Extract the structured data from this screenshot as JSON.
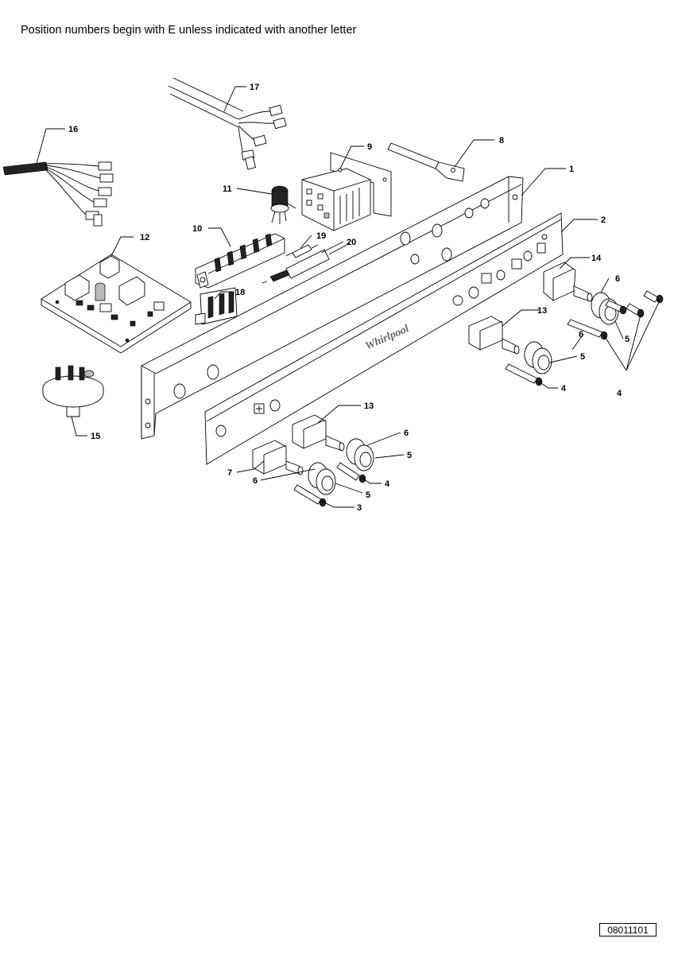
{
  "caption": "Position numbers begin with E unless indicated with another letter",
  "brand_text": "Whirlpool",
  "document_number": "08011101",
  "callouts": [
    {
      "id": "1",
      "label": "1"
    },
    {
      "id": "2",
      "label": "2"
    },
    {
      "id": "3",
      "label": "3"
    },
    {
      "id": "4a",
      "label": "4"
    },
    {
      "id": "4b",
      "label": "4"
    },
    {
      "id": "4c",
      "label": "4"
    },
    {
      "id": "5a",
      "label": "5"
    },
    {
      "id": "5b",
      "label": "5"
    },
    {
      "id": "5c",
      "label": "5"
    },
    {
      "id": "5d",
      "label": "5"
    },
    {
      "id": "6a",
      "label": "6"
    },
    {
      "id": "6b",
      "label": "6"
    },
    {
      "id": "6c",
      "label": "6"
    },
    {
      "id": "6d",
      "label": "6"
    },
    {
      "id": "7",
      "label": "7"
    },
    {
      "id": "8",
      "label": "8"
    },
    {
      "id": "9",
      "label": "9"
    },
    {
      "id": "10",
      "label": "10"
    },
    {
      "id": "11",
      "label": "11"
    },
    {
      "id": "12",
      "label": "12"
    },
    {
      "id": "13a",
      "label": "13"
    },
    {
      "id": "13b",
      "label": "13"
    },
    {
      "id": "14",
      "label": "14"
    },
    {
      "id": "15",
      "label": "15"
    },
    {
      "id": "16",
      "label": "16"
    },
    {
      "id": "17",
      "label": "17"
    },
    {
      "id": "18",
      "label": "18"
    },
    {
      "id": "19",
      "label": "19"
    },
    {
      "id": "20",
      "label": "20"
    }
  ]
}
